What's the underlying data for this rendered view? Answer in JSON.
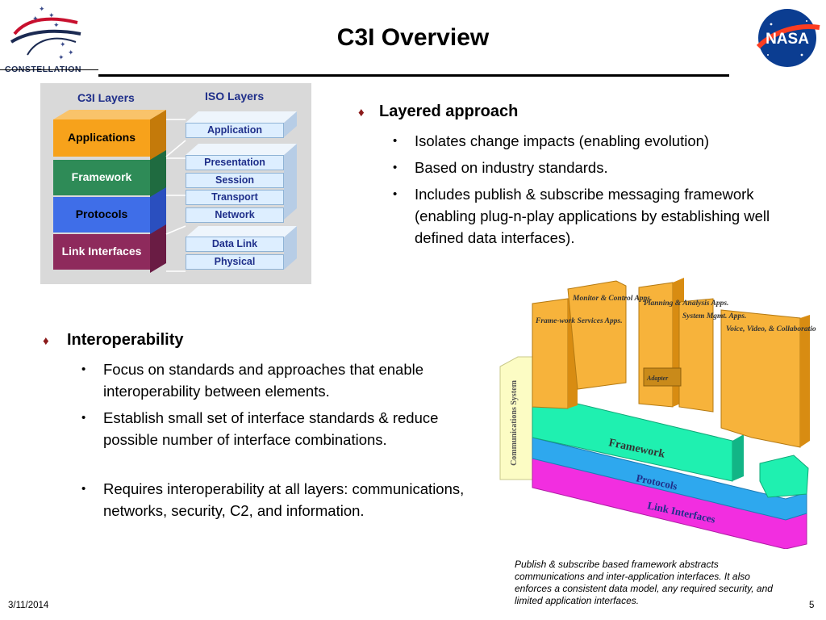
{
  "header": {
    "title": "C3I Overview",
    "constellation_label": "CONSTELLATION",
    "nasa_label": "NASA"
  },
  "layer_diagram": {
    "c3i_header": "C3I Layers",
    "iso_header": "ISO Layers",
    "c3i_layers": [
      {
        "label": "Applications",
        "color": "#f7a21b"
      },
      {
        "label": "Framework",
        "color": "#2e8b57"
      },
      {
        "label": "Protocols",
        "color": "#3f6ee8"
      },
      {
        "label": "Link Interfaces",
        "color": "#8e2a5c"
      }
    ],
    "iso_layers": [
      "Application",
      "Presentation",
      "Session",
      "Transport",
      "Network",
      "Data Link",
      "Physical"
    ]
  },
  "layered": {
    "heading": "Layered approach",
    "items": [
      "Isolates change impacts (enabling evolution)",
      "Based on industry standards.",
      "Includes publish & subscribe messaging framework (enabling plug-n-play applications by establishing well defined data interfaces)."
    ]
  },
  "interop": {
    "heading": "Interoperability",
    "items": [
      "Focus on standards and approaches that enable interoperability between elements.",
      "Establish small set of interface standards & reduce possible number of interface combinations.",
      "Requires interoperability at all layers: communications, networks, security, C2, and information."
    ]
  },
  "architecture_figure": {
    "comm_system": "Communications System",
    "apps": [
      "Frame-work Services Apps.",
      "Monitor & Control Apps.",
      "Planning & Analysis Apps.",
      "System Mgmt. Apps.",
      "Voice, Video, & Collaboration Applications"
    ],
    "adapter": "Adapter",
    "framework": "Framework",
    "protocols": "Protocols",
    "link_interfaces": "Link Interfaces"
  },
  "caption": "Publish & subscribe based framework abstracts communications and inter-application interfaces.  It also enforces a consistent data model, any required security, and limited application interfaces.",
  "footer": {
    "date": "3/11/2014",
    "page": "5"
  }
}
